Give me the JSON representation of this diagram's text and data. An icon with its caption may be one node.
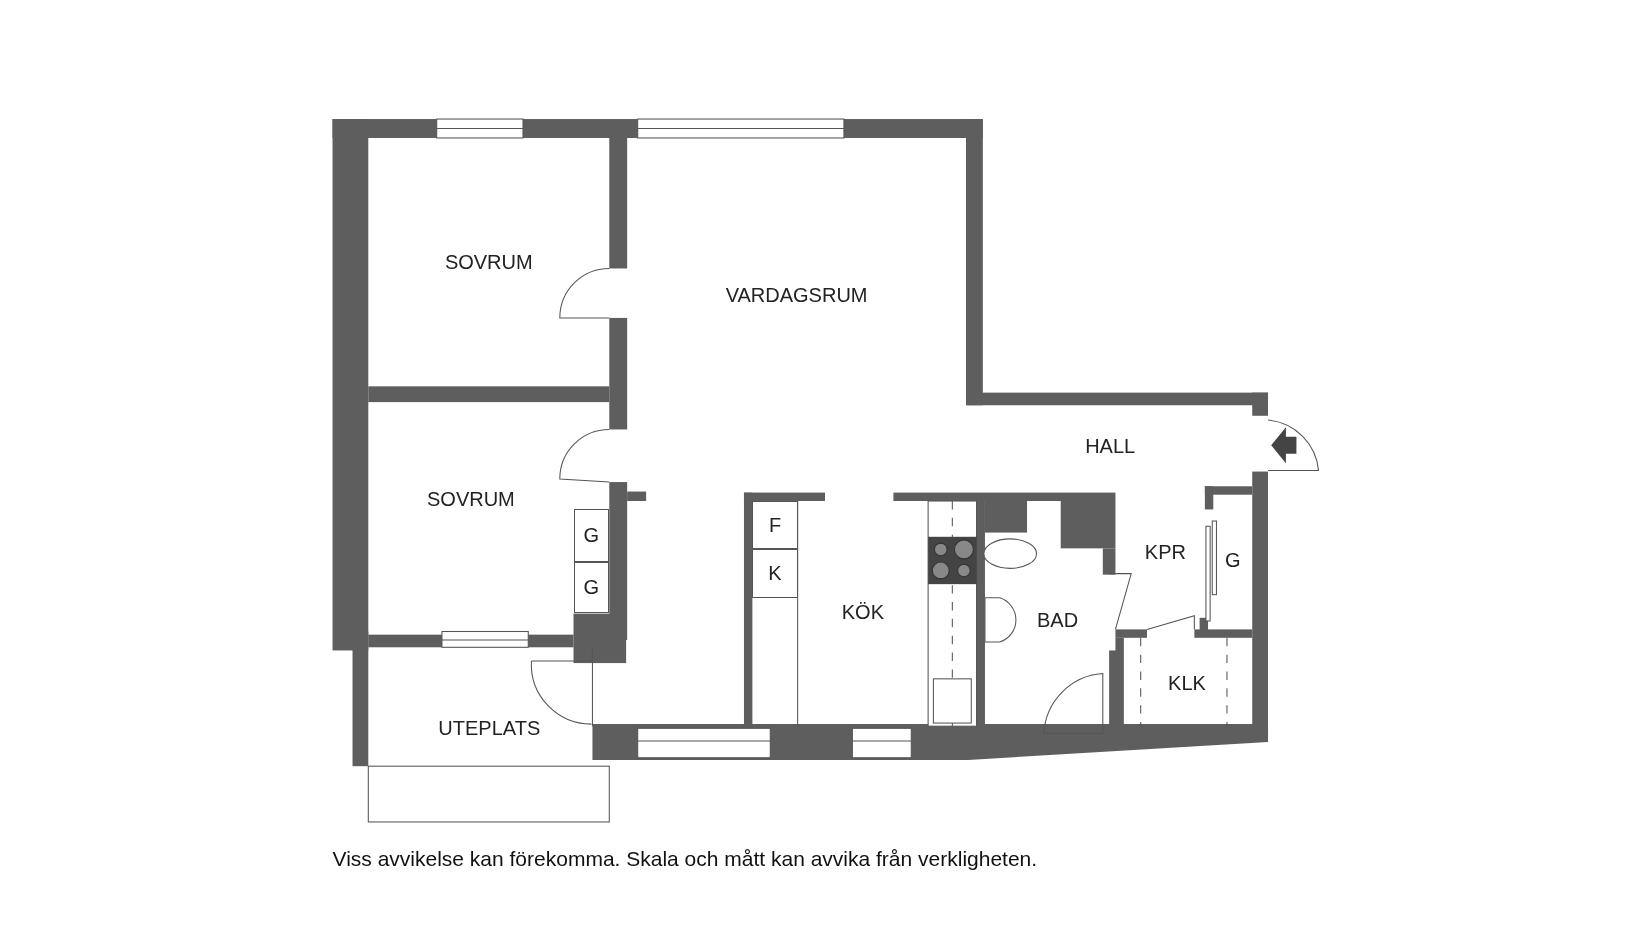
{
  "diagram": {
    "caption": "Viss avvikelse kan förekomma. Skala och mått kan avvika från verkligheten.",
    "nodes": [
      {
        "text": [
          "SOVRUM"
        ]
      },
      {
        "text": [
          "VARDAGSRUM"
        ]
      },
      {
        "text": [
          "SOVRUM"
        ]
      },
      {
        "text": [
          "HALL"
        ]
      },
      {
        "text": [
          "G"
        ]
      },
      {
        "text": [
          "G"
        ]
      },
      {
        "text": [
          "F"
        ]
      },
      {
        "text": [
          "K"
        ]
      },
      {
        "text": [
          "KÖK"
        ]
      },
      {
        "text": [
          "BAD"
        ]
      },
      {
        "text": [
          "KPR"
        ]
      },
      {
        "text": [
          "G"
        ]
      },
      {
        "text": [
          "KLK"
        ]
      },
      {
        "text": [
          "UTEPLATS"
        ]
      }
    ],
    "edges": []
  }
}
